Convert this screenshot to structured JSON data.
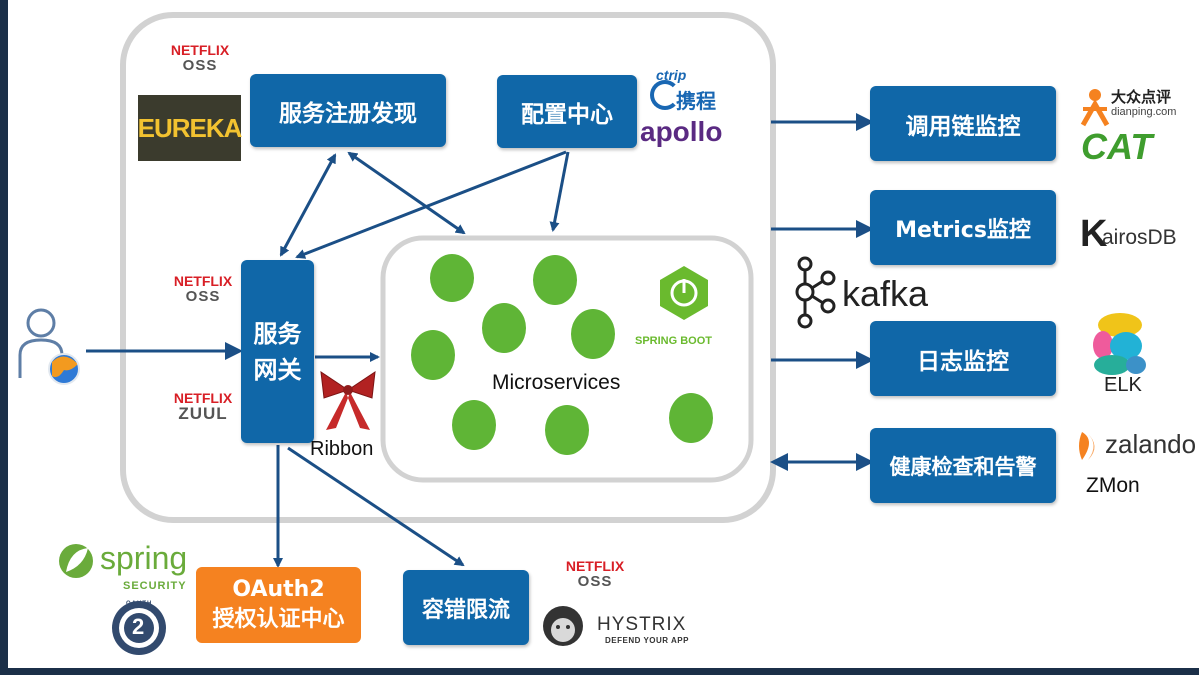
{
  "boxes": {
    "registry": "服务注册发现",
    "config": "配置中心",
    "gateway_line1": "服务",
    "gateway_line2": "网关",
    "oauth_line1": "OAuth2",
    "oauth_line2": "授权认证中心",
    "fault_tolerance": "容错限流",
    "tracing": "调用链监控",
    "metrics": "Metrics监控",
    "logging": "日志监控",
    "health": "健康检查和告警"
  },
  "microservices_label": "Microservices",
  "ribbon_label": "Ribbon",
  "logos": {
    "netflix_word": "NETFLIX",
    "oss_word": "OSS",
    "zuul_word": "ZUUL",
    "eureka_word": "EUREKA",
    "ctrip_word": "ctrip",
    "ctrip_cn": "携程",
    "apollo_word": "apollo",
    "spring_boot_word": "SPRING BOOT",
    "dianping_cn": "大众点评",
    "dianping_url": "dianping.com",
    "cat_word": "CAT",
    "kairos_k": "K",
    "kairos_rest": "airosDB",
    "kafka_word": "kafka",
    "elk_word": "ELK",
    "zalando_word": "zalando",
    "zmon_word": "ZMon",
    "spring_word": "spring",
    "security_word": "SECURITY",
    "oauth_badge_number": "2",
    "oauth_badge_ring": "OAUTH",
    "hystrix_word": "HYSTRIX",
    "hystrix_tagline": "DEFEND YOUR APP"
  },
  "colors": {
    "box_blue": "#1067a8",
    "arrow_blue": "#1b4f86",
    "service_green": "#5fb536",
    "oauth_orange": "#f58220",
    "netflix_red": "#d81f26"
  }
}
